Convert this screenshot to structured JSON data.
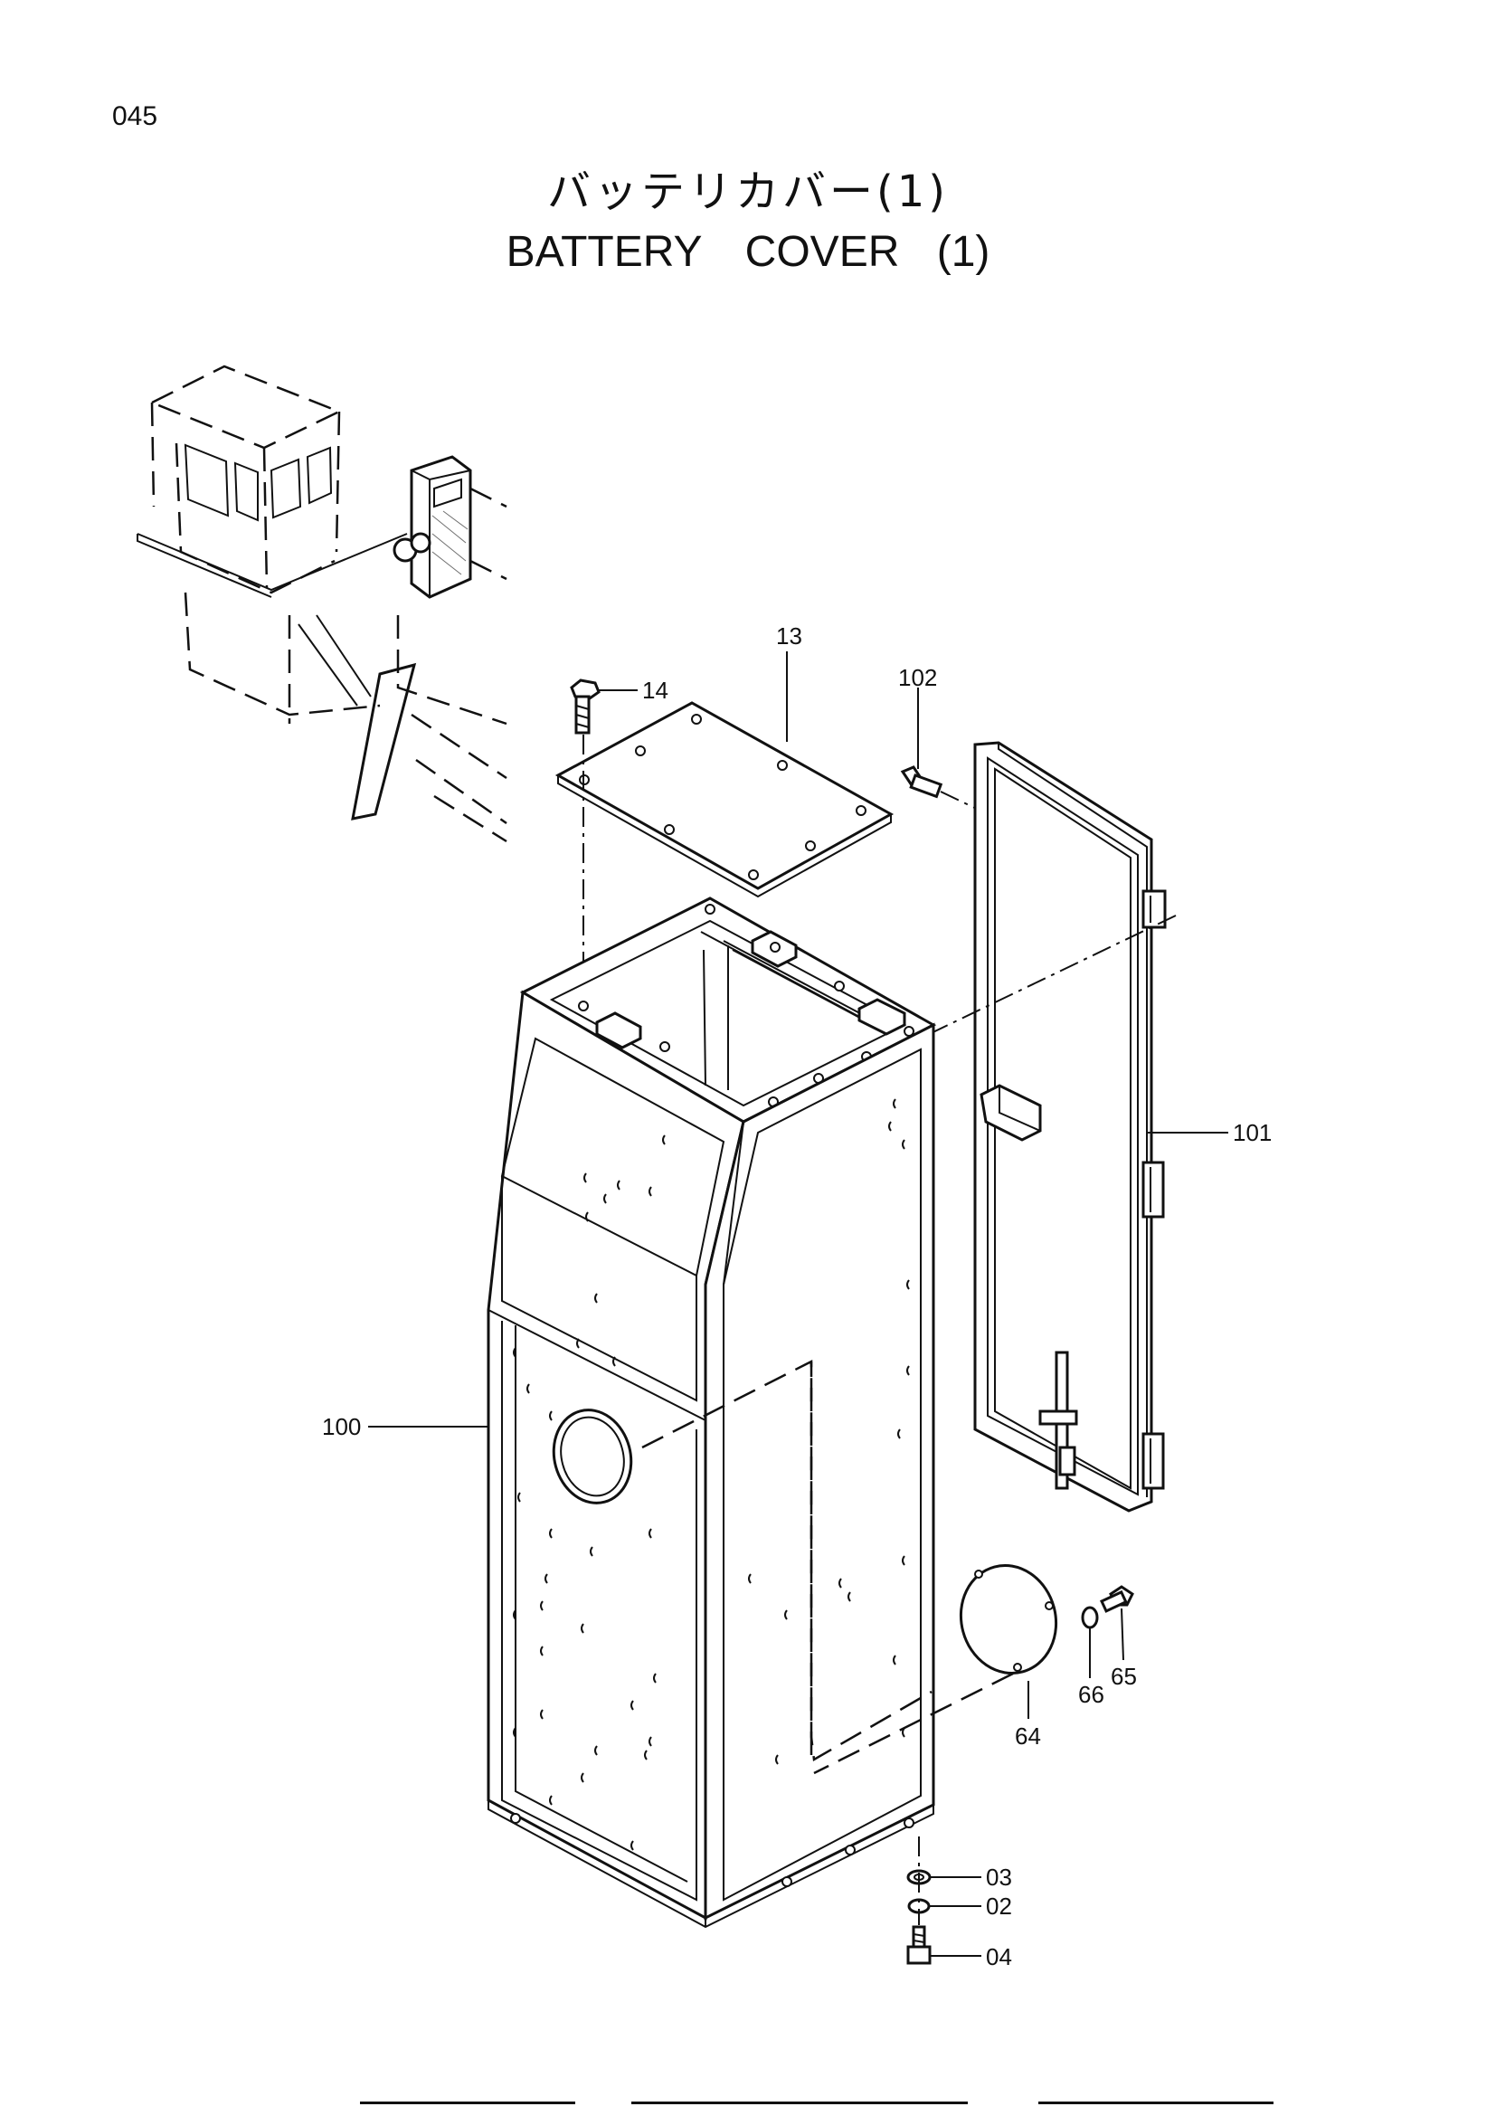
{
  "page_number": "045",
  "title_jp": "バッテリカバー(1)",
  "title_en": "BATTERY　COVER (1)",
  "callouts": [
    {
      "id": "c13",
      "text": "13"
    },
    {
      "id": "c14",
      "text": "14"
    },
    {
      "id": "c102",
      "text": "102"
    },
    {
      "id": "c101",
      "text": "101"
    },
    {
      "id": "c100",
      "text": "100"
    },
    {
      "id": "c64",
      "text": "64"
    },
    {
      "id": "c65",
      "text": "65"
    },
    {
      "id": "c66",
      "text": "66"
    },
    {
      "id": "c03",
      "text": "03"
    },
    {
      "id": "c02",
      "text": "02"
    },
    {
      "id": "c04",
      "text": "04"
    }
  ]
}
